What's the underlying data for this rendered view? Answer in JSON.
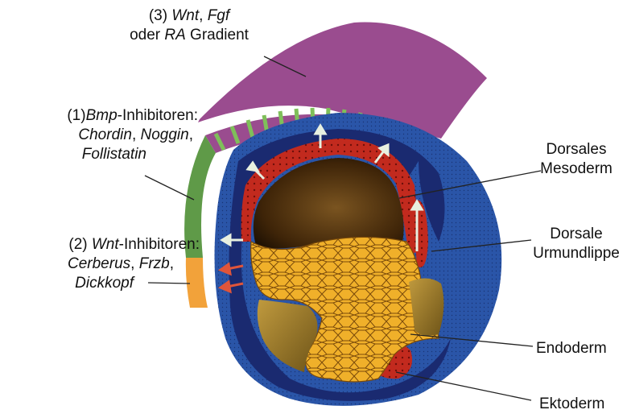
{
  "labels": {
    "gradient": {
      "num": "(3) ",
      "w1": "Wnt",
      "sep": ", ",
      "w2": "Fgf",
      "pre": "oder ",
      "w3": "RA",
      "post": " Gradient"
    },
    "bmp": {
      "num": "(1)",
      "w1": "Bmp",
      "post1": "-Inhibitoren:",
      "w2": "Chordin",
      "sep1": ", ",
      "w3": "Noggin",
      "sep2": ",",
      "w4": "Follistatin"
    },
    "wnt": {
      "num": "(2) ",
      "w1": "Wnt",
      "post1": "-Inhibitoren:",
      "w2": "Cerberus",
      "sep1": ", ",
      "w3": "Frzb",
      "sep2": ",",
      "w4": "Dickkopf"
    },
    "dorsal_mesoderm": {
      "line1": "Dorsales",
      "line2": "Mesoderm"
    },
    "dorsal_lip": {
      "line1": "Dorsale",
      "line2": "Urmundlippe"
    },
    "endoderm": "Endoderm",
    "ectoderm": "Ektoderm"
  },
  "colors": {
    "gradient_band": "#9a4c8f",
    "bmp_band": "#5f9a48",
    "wnt_band": "#f2a23a",
    "ectoderm_blue": "#2a55a8",
    "dark_blue": "#1a2a70",
    "mesoderm_red": "#c22a1e",
    "endoderm_yellow": "#f0b02a",
    "blastocoel": "#5a3a14"
  }
}
